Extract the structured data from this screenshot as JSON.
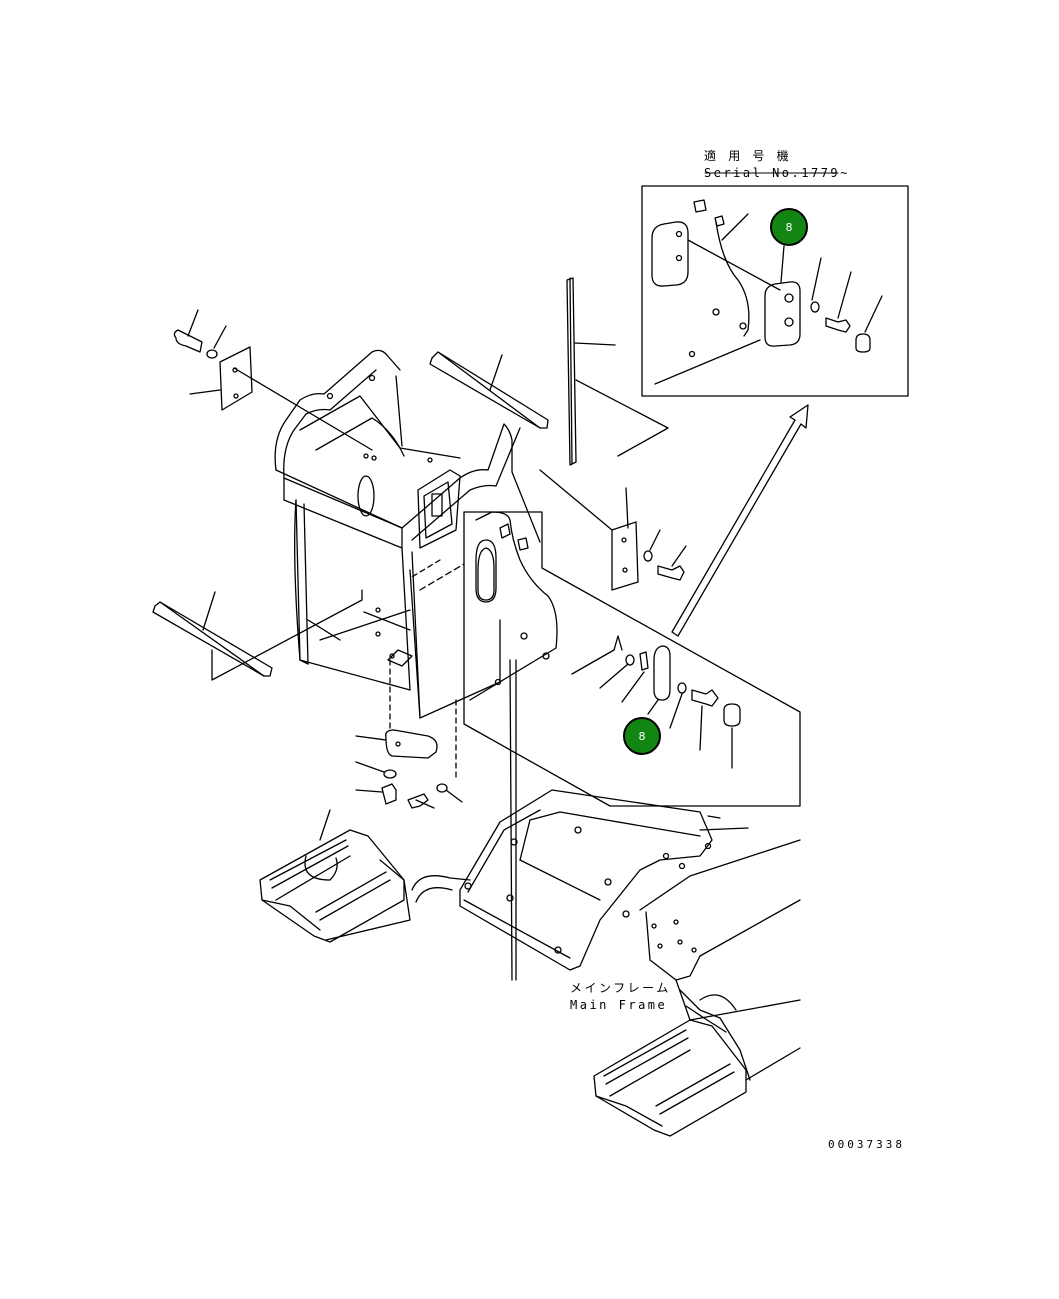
{
  "labels": {
    "applicable_serial_jp": "適 用 号 機",
    "applicable_serial_en": "Serial No.1779~",
    "main_frame_jp": "メインフレーム",
    "main_frame_en": "Main Frame",
    "drawing_number": "00037338"
  },
  "callouts": [
    {
      "id": "callout-top",
      "text": "8"
    },
    {
      "id": "callout-bottom",
      "text": "8"
    }
  ],
  "colors": {
    "callout_fill": "#128512",
    "line": "#000000",
    "background": "#ffffff"
  }
}
